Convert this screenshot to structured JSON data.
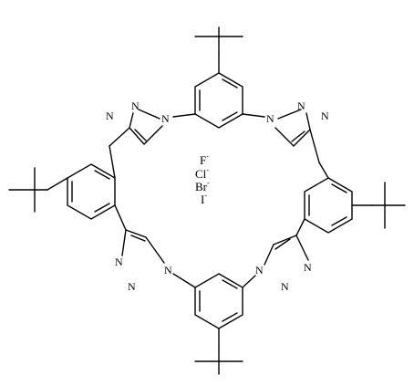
{
  "atom_labels": {
    "nitrogen": "N"
  },
  "anions": {
    "fluoride": {
      "symbol": "F",
      "charge": "-"
    },
    "chloride": {
      "symbol": "Cl",
      "charge": "-"
    },
    "bromide": {
      "symbol": "Br",
      "charge": "-"
    },
    "iodide": {
      "symbol": "I",
      "charge": "-"
    }
  }
}
